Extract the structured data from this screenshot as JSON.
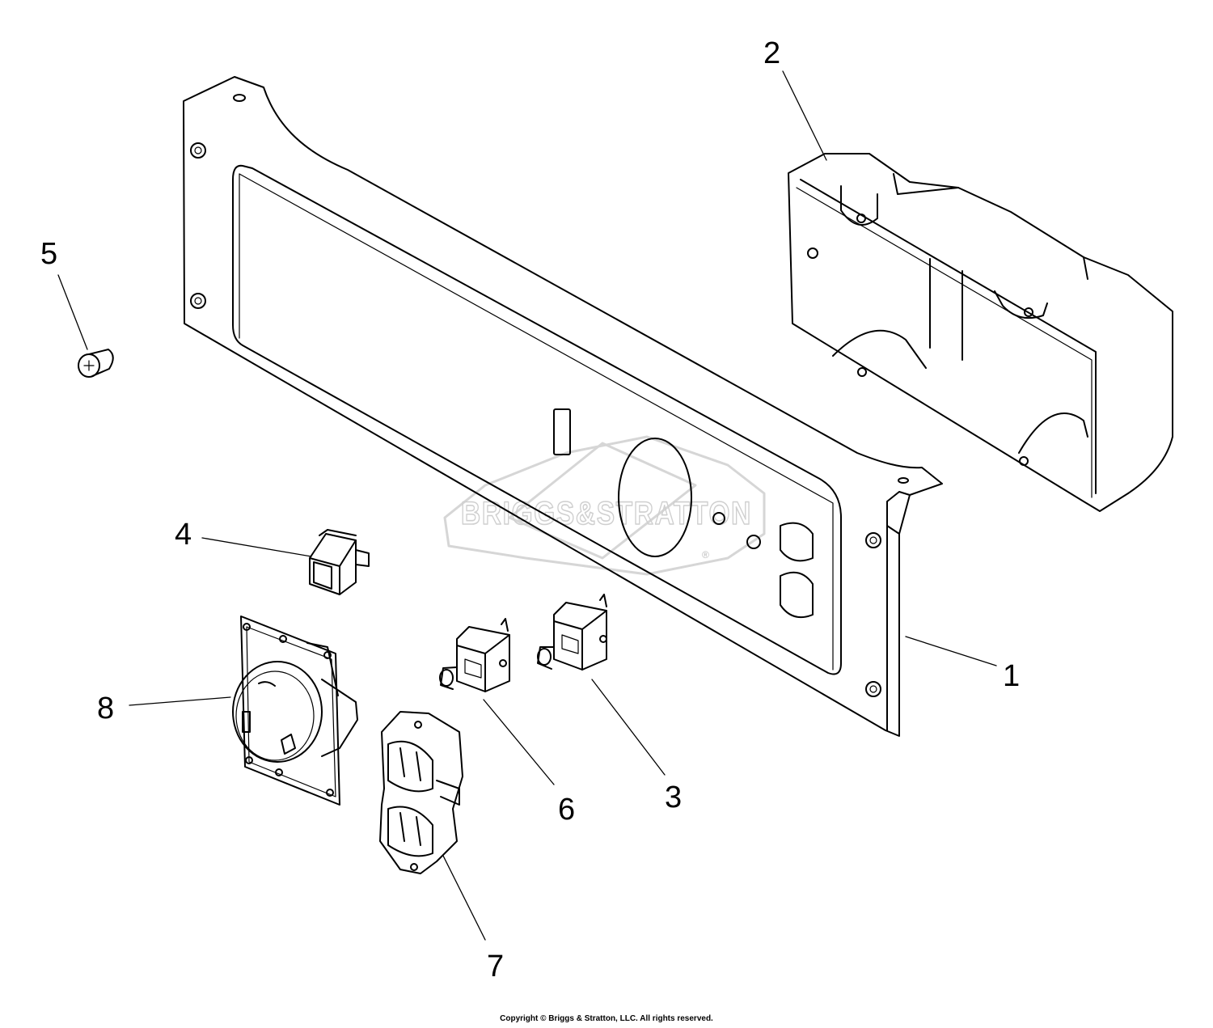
{
  "watermark": {
    "brand_text": "BRIGGS&STRATTON",
    "registered_mark": "®"
  },
  "callouts": [
    {
      "id": "1",
      "label": "1",
      "part": "panel-bracket"
    },
    {
      "id": "2",
      "label": "2",
      "part": "panel-box"
    },
    {
      "id": "3",
      "label": "3",
      "part": "circuit-breaker"
    },
    {
      "id": "4",
      "label": "4",
      "part": "rocker-switch"
    },
    {
      "id": "5",
      "label": "5",
      "part": "screw"
    },
    {
      "id": "6",
      "label": "6",
      "part": "circuit-breaker"
    },
    {
      "id": "7",
      "label": "7",
      "part": "duplex-receptacle"
    },
    {
      "id": "8",
      "label": "8",
      "part": "locking-receptacle"
    }
  ],
  "footer": {
    "copyright": "Copyright © Briggs & Stratton, LLC. All rights reserved."
  }
}
